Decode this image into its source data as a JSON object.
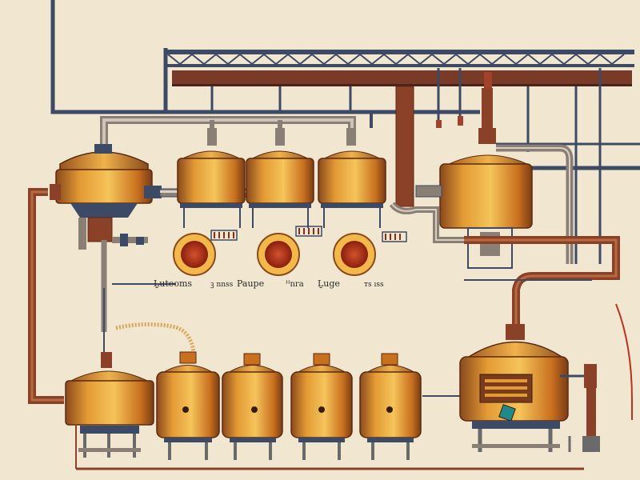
{
  "labels": {
    "l1": "Ḻuteoms",
    "l2": "ꝫ nnss",
    "l3": "Paupe",
    "l4": "ᴴnra",
    "l5": "Ḻuge",
    "l6": "ᴛs ıss"
  },
  "colors": {
    "background": "#f1e6d0",
    "copper": "#d9902e",
    "copper_light": "#f3c25a",
    "copper_dark": "#8a4a1c",
    "steel": "#3c4a66",
    "pipe_brown": "#8a4128",
    "gauge_red": "#b8321c"
  }
}
